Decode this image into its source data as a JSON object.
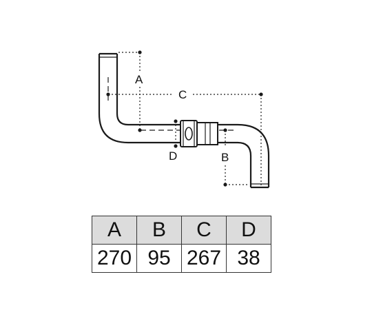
{
  "diagram": {
    "labels": {
      "a": "A",
      "b": "B",
      "c": "C",
      "d": "D"
    }
  },
  "table": {
    "headers": [
      "A",
      "B",
      "C",
      "D"
    ],
    "values": [
      "270",
      "95",
      "267",
      "38"
    ]
  }
}
